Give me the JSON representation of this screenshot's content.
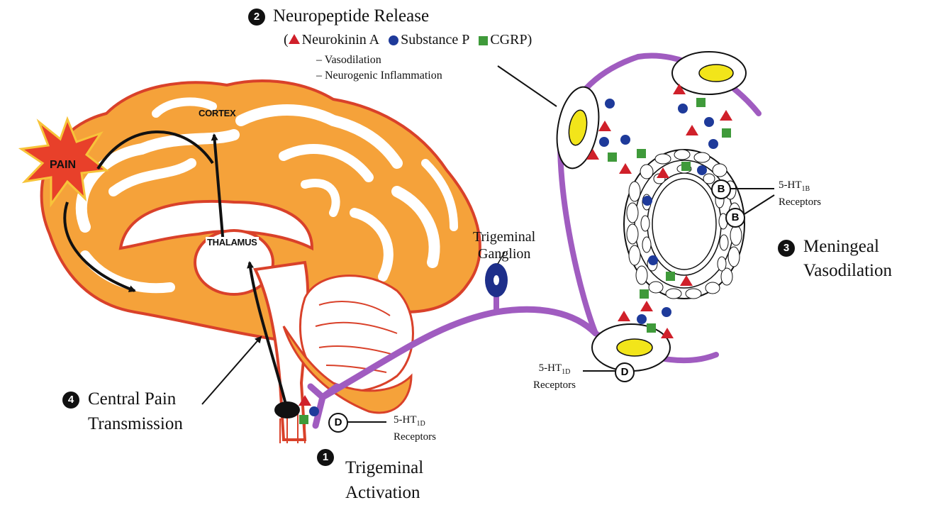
{
  "steps": {
    "neuropeptide": {
      "number": "2",
      "title": "Neuropeptide Release",
      "open_paren": "(",
      "close_paren": ")",
      "legend": {
        "neurokinin": "Neurokinin A",
        "substance_p": "Substance P",
        "cgrp": "CGRP"
      },
      "effects": [
        "– Vasodilation",
        "– Neurogenic Inflammation"
      ]
    },
    "meningeal": {
      "number": "3",
      "line1": "Meningeal",
      "line2": "Vasodilation"
    },
    "central": {
      "number": "4",
      "line1": "Central Pain",
      "line2": "Transmission"
    },
    "trigeminal": {
      "number": "1",
      "line1": "Trigeminal",
      "line2": "Activation"
    }
  },
  "labels": {
    "pain": "PAIN",
    "cortex": "CORTEX",
    "thalamus": "THALAMUS",
    "ganglion_line1": "Trigeminal",
    "ganglion_line2": "Ganglion",
    "receptor_1b": {
      "prefix": "5-HT",
      "sub": "1B",
      "line2": "Receptors"
    },
    "receptor_1d_vessel": {
      "prefix": "5-HT",
      "sub": "1D",
      "line2": "Receptors"
    },
    "receptor_1d_brain": {
      "prefix": "5-HT",
      "sub": "1D",
      "line2": "Receptors"
    },
    "receptor_b": "B",
    "receptor_d": "D"
  },
  "colors": {
    "neurokinin": "#d0202a",
    "substance_p": "#1e3a9a",
    "cgrp": "#3f9a3a",
    "nerve": "#a05cc0",
    "brain_fill": "#f5a23a",
    "brain_outline": "#d9412a",
    "ganglion": "#1e2f8a",
    "vesicle": "#f2e51a"
  }
}
